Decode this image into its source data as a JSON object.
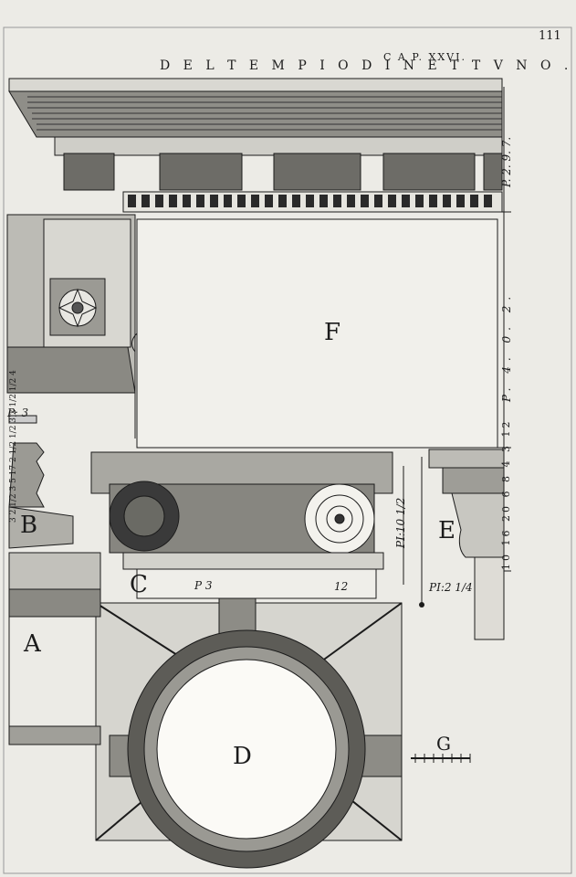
{
  "header": {
    "chapter": "C A P. XXVI.",
    "title": "D E L   T E M P I O   D I   N E T T V N O .",
    "page_number": "111"
  },
  "letters": {
    "A": "A",
    "B": "B",
    "C": "C",
    "D": "D",
    "E": "E",
    "F": "F",
    "G": "G"
  },
  "measurements": {
    "p3_left": "P: 3",
    "p3_capital": "P 3",
    "twelve": "12",
    "pi10": "PI:10 1/2",
    "pi2": "PI:2 1/4",
    "right_scale_upper": "P. 2. 9. 7.",
    "right_scale_middle": "P. 4. 0. 2.",
    "right_scale_lower": "10 16 20 6 8 4 3 12",
    "base_fractions": "3 2 1/2 3 5 17 2 1/2 1/2 3 2 1/2 1/2 4"
  },
  "colors": {
    "paper": "#ecebe6",
    "ink": "#1b1b1b"
  }
}
